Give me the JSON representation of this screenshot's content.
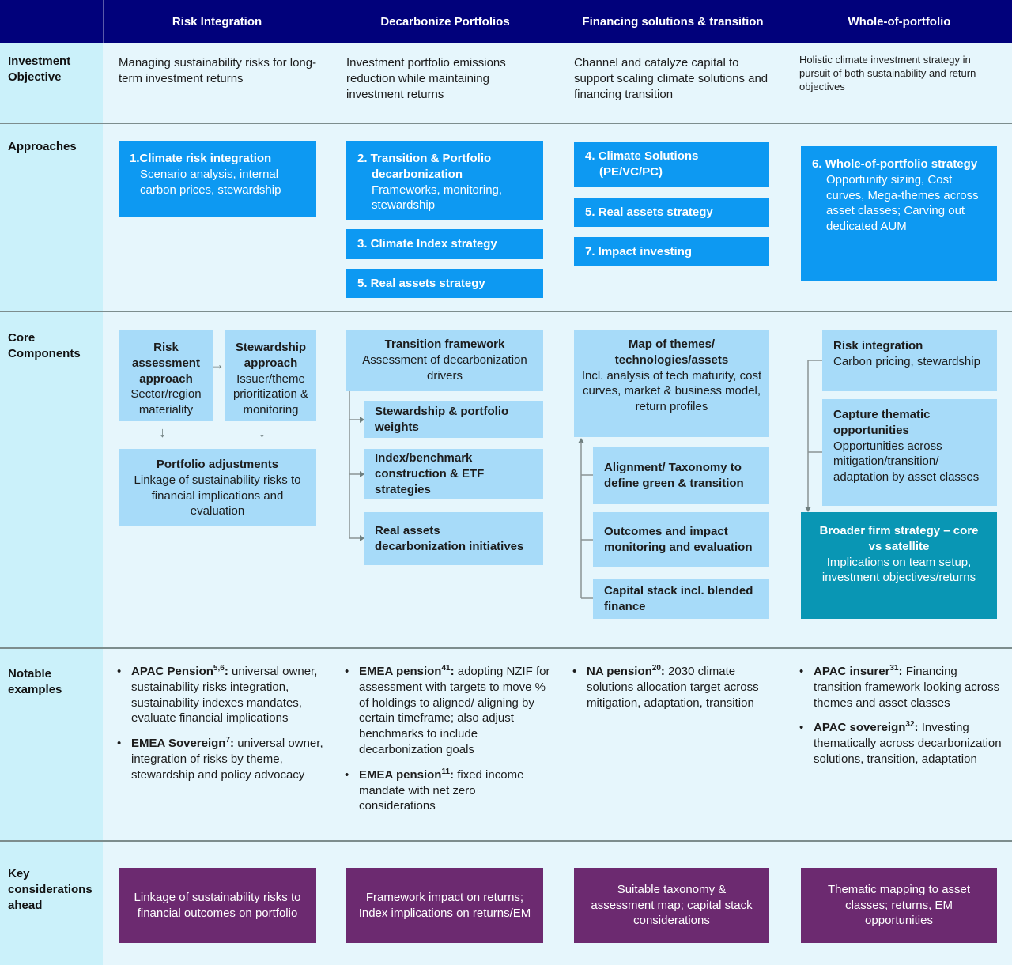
{
  "colors": {
    "header_navy": "#01017B",
    "approach_blue": "#0D99F2",
    "component_light_blue": "#A7DBF9",
    "teal": "#0996B4",
    "purple": "#6C2A70",
    "background": "#E6F6FC",
    "label_column_background": "#CBF1FA",
    "separator_gray": "#7D8D8D"
  },
  "header": {
    "columns": [
      "Risk Integration",
      "Decarbonize Portfolios",
      "Financing solutions & transition",
      "Whole-of-portfolio"
    ]
  },
  "row_labels": {
    "investment_objective": "Investment Objective",
    "approaches": "Approaches",
    "core_components": "Core Components",
    "notable_examples": "Notable examples",
    "key_considerations": "Key considerations ahead"
  },
  "investment_objective": {
    "col1": "Managing sustainability risks for long-term investment returns",
    "col2": "Investment portfolio emissions reduction while maintaining investment returns",
    "col3": "Channel and catalyze capital to support scaling climate solutions and financing transition",
    "col4": "Holistic climate investment strategy in pursuit of both sustainability and return objectives"
  },
  "approaches": {
    "col1": [
      {
        "title": "1.Climate risk integration",
        "body": "Scenario analysis, internal carbon prices, stewardship"
      }
    ],
    "col2": [
      {
        "title": "2. Transition & Portfolio decarbonization",
        "body": "Frameworks, monitoring, stewardship"
      },
      {
        "title": "3. Climate Index strategy"
      },
      {
        "title": "5. Real assets strategy"
      }
    ],
    "col3": [
      {
        "title": "4. Climate Solutions (PE/VC/PC)"
      },
      {
        "title": "5. Real assets strategy"
      },
      {
        "title": "7. Impact investing"
      }
    ],
    "col4": [
      {
        "title": "6. Whole-of-portfolio strategy",
        "body": "Opportunity sizing, Cost curves,  Mega-themes across asset classes; Carving out dedicated AUM"
      }
    ]
  },
  "core_components": {
    "col1": {
      "box_a": {
        "title": "Risk assessment approach",
        "body": "Sector/region materiality"
      },
      "box_b": {
        "title": "Stewardship approach",
        "body": "Issuer/theme prioritization & monitoring"
      },
      "box_c": {
        "title": "Portfolio adjustments",
        "body": "Linkage of sustainability risks to financial implications and evaluation"
      }
    },
    "col2": {
      "parent": {
        "title": "Transition framework",
        "body": "Assessment of decarbonization drivers"
      },
      "children": [
        "Stewardship & portfolio weights",
        "Index/benchmark construction & ETF strategies",
        "Real assets decarbonization initiatives"
      ]
    },
    "col3": {
      "parent": {
        "title": "Map of themes/ technologies/assets",
        "body": "Incl. analysis of tech maturity, cost curves, market & business model, return profiles"
      },
      "children": [
        "Alignment/ Taxonomy to define green & transition",
        "Outcomes and impact monitoring and evaluation",
        "Capital stack incl. blended finance"
      ]
    },
    "col4": {
      "box_a": {
        "title": "Risk integration",
        "body": "Carbon pricing, stewardship"
      },
      "box_b": {
        "title": "Capture thematic opportunities",
        "body": "Opportunities across mitigation/transition/ adaptation by asset classes"
      },
      "box_teal": {
        "title": "Broader firm strategy – core vs satellite",
        "body": "Implications on team setup, investment objectives/returns"
      }
    }
  },
  "notable_examples": {
    "col1": [
      {
        "name": "APAC Pension",
        "sup": "5,6",
        "sep": ":",
        "text": " universal owner, sustainability risks integration, sustainability indexes mandates, evaluate financial implications"
      },
      {
        "name": "EMEA Sovereign",
        "sup": "7",
        "sep": ":",
        "text": " universal owner, integration of risks by theme, stewardship and policy advocacy"
      }
    ],
    "col2": [
      {
        "name": "EMEA pension",
        "sup": "41",
        "sep": ":",
        "text": " adopting NZIF for assessment with targets to move % of holdings to aligned/ aligning by certain timeframe; also adjust benchmarks to include decarbonization goals"
      },
      {
        "name": "EMEA pension",
        "sup": "11",
        "sep": ":",
        "text": " fixed income mandate with net zero considerations"
      }
    ],
    "col3": [
      {
        "name": "NA pension",
        "sup": "20",
        "sep": ":",
        "text": " 2030 climate solutions allocation target across mitigation, adaptation, transition"
      }
    ],
    "col4": [
      {
        "name": "APAC insurer",
        "sup": "31",
        "sep": ":",
        "text": " Financing transition framework looking across themes and asset classes"
      },
      {
        "name": "APAC sovereign",
        "sup": "32",
        "sep": ":",
        "text": " Investing thematically across decarbonization solutions, transition, adaptation"
      }
    ]
  },
  "key_considerations": {
    "col1": "Linkage of sustainability risks to financial outcomes on portfolio",
    "col2": "Framework impact on returns; Index implications on returns/EM",
    "col3": "Suitable taxonomy & assessment map; capital stack considerations",
    "col4": "Thematic mapping to asset classes; returns, EM opportunities"
  },
  "icons": {
    "arrow_right": "→",
    "arrow_down": "↓"
  }
}
